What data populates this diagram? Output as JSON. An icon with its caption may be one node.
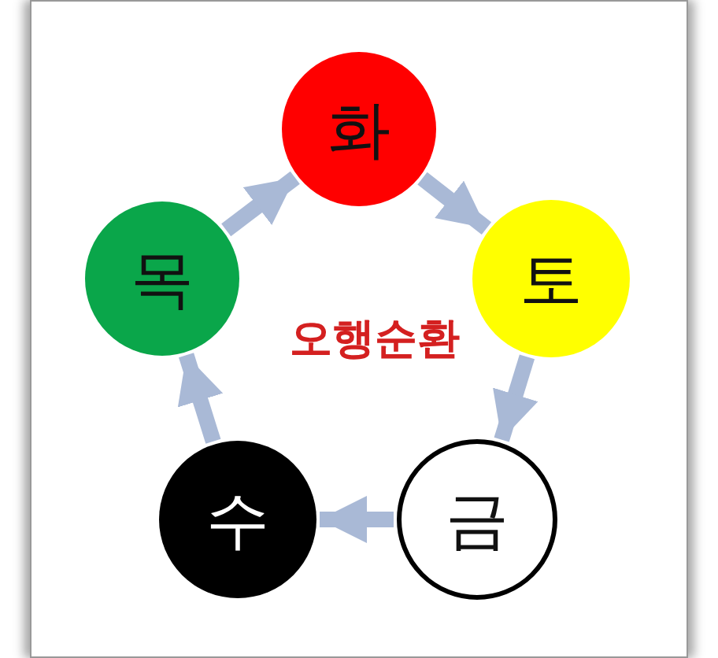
{
  "diagram": {
    "nodes": [
      {
        "text": [
          "화"
        ]
      },
      {
        "text": [
          "토"
        ]
      },
      {
        "text": [
          "금"
        ]
      },
      {
        "text": [
          "수"
        ]
      },
      {
        "text": [
          "목"
        ]
      }
    ],
    "edges": [
      {
        "from": 4,
        "to": 0,
        "arrow": "to"
      },
      {
        "from": 0,
        "to": 1,
        "arrow": "to"
      },
      {
        "from": 1,
        "to": 2,
        "arrow": "to"
      },
      {
        "from": 2,
        "to": 3,
        "arrow": "to"
      },
      {
        "from": 3,
        "to": 4,
        "arrow": "to"
      }
    ],
    "labels": [
      "오행순환"
    ]
  }
}
